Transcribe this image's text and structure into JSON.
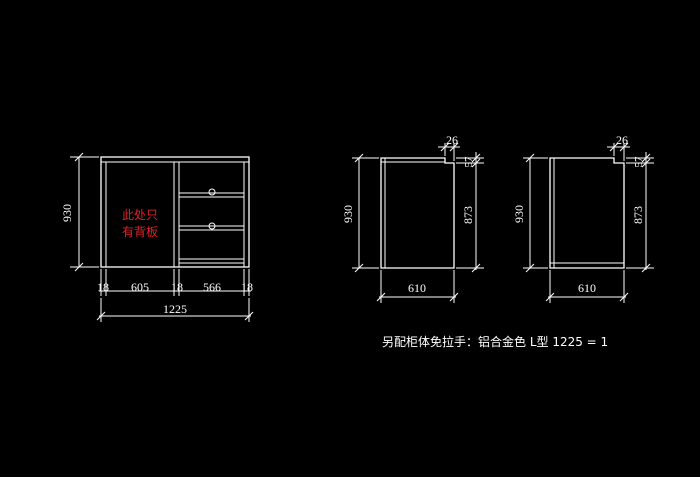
{
  "colors": {
    "background": "#000000",
    "lines": "#ffffff",
    "note": "#e0202a"
  },
  "front_view": {
    "height": "930",
    "note_line1": "此处只",
    "note_line2": "有背板",
    "dims_bottom": [
      "18",
      "605",
      "18",
      "566",
      "18"
    ],
    "overall_width": "1225"
  },
  "side_view_1": {
    "height_total": "930",
    "height_body": "873",
    "top_gap": "57",
    "handle_width": "26",
    "depth": "610"
  },
  "side_view_2": {
    "height_total": "930",
    "height_body": "873",
    "top_gap": "57",
    "handle_width": "26",
    "depth": "610"
  },
  "caption": "另配柜体免拉手：铝合金色 L型 1225 = 1"
}
